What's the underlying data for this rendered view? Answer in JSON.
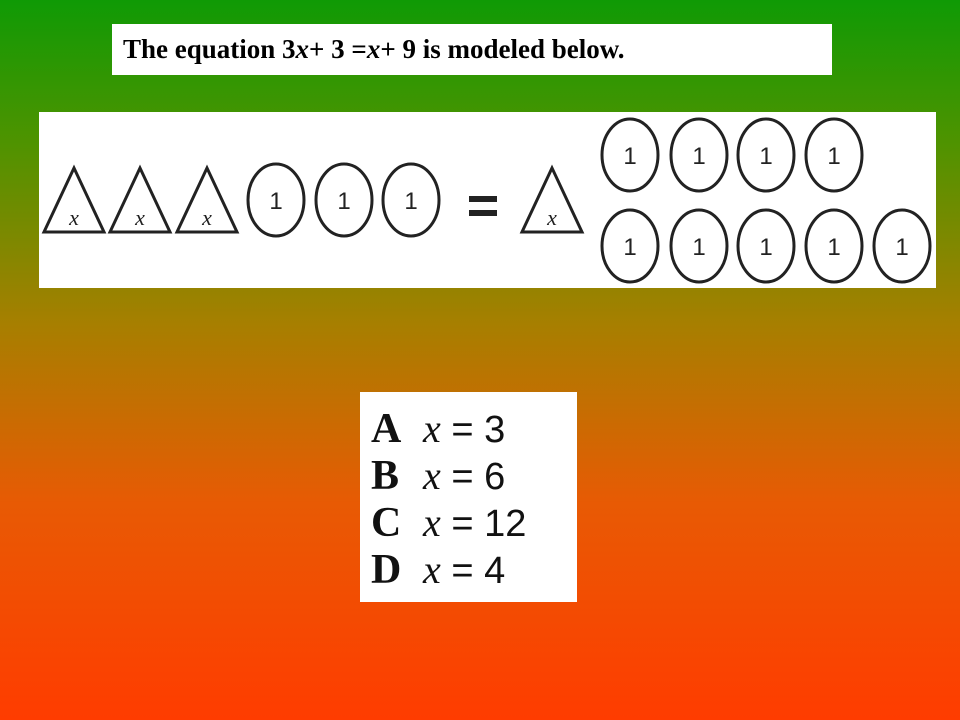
{
  "title": {
    "prefix": "The equation 3",
    "var1": "x",
    "middle": " + 3 = ",
    "var2": "x",
    "suffix": " + 9 is modeled below."
  },
  "model": {
    "left_triangles": [
      "x",
      "x",
      "x"
    ],
    "left_circles": [
      "1",
      "1",
      "1"
    ],
    "equals": "=",
    "right_triangles": [
      "x"
    ],
    "right_circles_top": [
      "1",
      "1",
      "1",
      "1"
    ],
    "right_circles_bottom": [
      "1",
      "1",
      "1",
      "1",
      "1"
    ]
  },
  "options": [
    {
      "letter": "A",
      "var": "x",
      "rest": " = 3"
    },
    {
      "letter": "B",
      "var": "x",
      "rest": " = 6"
    },
    {
      "letter": "C",
      "var": "x",
      "rest": " = 12"
    },
    {
      "letter": "D",
      "var": "x",
      "rest": " = 4"
    }
  ],
  "colors": {
    "stroke": "#222222",
    "box": "#ffffff"
  }
}
